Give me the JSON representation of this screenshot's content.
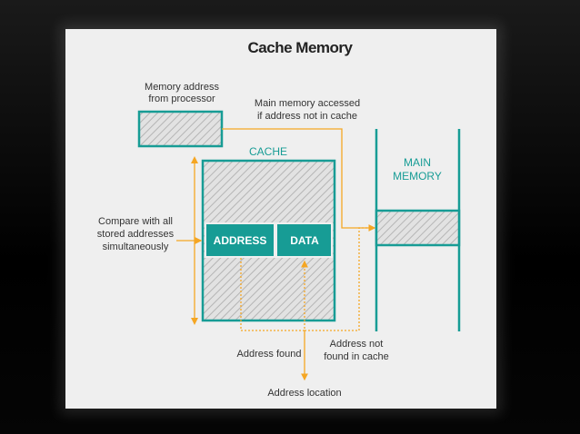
{
  "diagram": {
    "title": "Cache Memory",
    "memory_address_label": [
      "Memory address",
      "from processor"
    ],
    "main_memory_access_label": [
      "Main memory accessed",
      "if address not in cache"
    ],
    "cache_label": "CACHE",
    "main_memory_label": [
      "MAIN",
      "MEMORY"
    ],
    "compare_label": [
      "Compare with all",
      "stored addresses",
      "simultaneously"
    ],
    "address_box_label": "ADDRESS",
    "data_box_label": "DATA",
    "address_found_label": "Address found",
    "address_not_found_label": [
      "Address not",
      "found in cache"
    ],
    "address_location_label": "Address location",
    "colors": {
      "teal": "#179c95",
      "orange": "#f5a623",
      "hatch": "#b5b5b5",
      "panel": "#efefef"
    }
  }
}
